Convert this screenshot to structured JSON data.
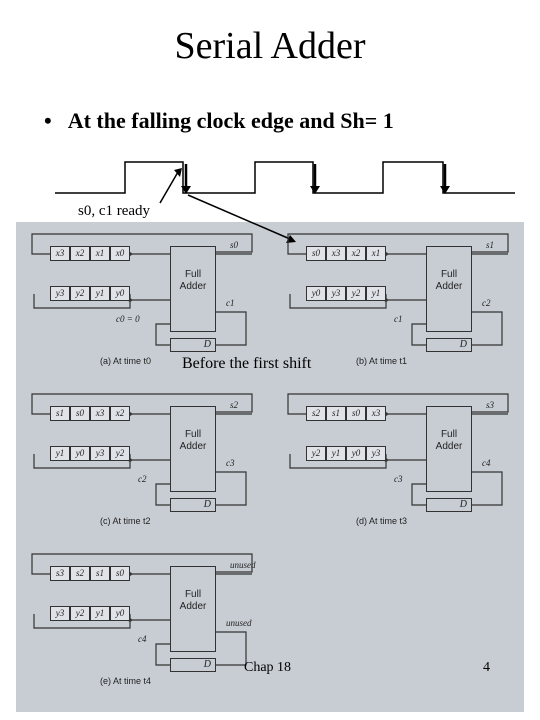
{
  "title": "Serial Adder",
  "bullet": "•",
  "bullet_text": "At the falling clock edge and Sh= 1",
  "ready_label": "s0, c1 ready",
  "overlay_label": "Before the first shift",
  "footer": {
    "chapter": "Chap 18",
    "page": "4"
  },
  "full_adder_label": [
    "Full",
    "Adder"
  ],
  "dff_label": "D",
  "panels": [
    {
      "caption": "(a) At time t0",
      "x_reg": [
        "x3",
        "x2",
        "x1",
        "x0"
      ],
      "y_reg": [
        "y3",
        "y2",
        "y1",
        "y0"
      ],
      "sum_out": "s0",
      "carry_out": "c1",
      "carry_in": "c0 = 0"
    },
    {
      "caption": "(b) At time t1",
      "x_reg": [
        "s0",
        "x3",
        "x2",
        "x1"
      ],
      "y_reg": [
        "y0",
        "y3",
        "y2",
        "y1"
      ],
      "sum_out": "s1",
      "carry_out": "c2",
      "carry_in": "c1"
    },
    {
      "caption": "(c) At time t2",
      "x_reg": [
        "s1",
        "s0",
        "x3",
        "x2"
      ],
      "y_reg": [
        "y1",
        "y0",
        "y3",
        "y2"
      ],
      "sum_out": "s2",
      "carry_out": "c3",
      "carry_in": "c2"
    },
    {
      "caption": "(d) At time t3",
      "x_reg": [
        "s2",
        "s1",
        "s0",
        "x3"
      ],
      "y_reg": [
        "y2",
        "y1",
        "y0",
        "y3"
      ],
      "sum_out": "s3",
      "carry_out": "c4",
      "carry_in": "c3"
    },
    {
      "caption": "(e) At time t4",
      "x_reg": [
        "s3",
        "s2",
        "s1",
        "s0"
      ],
      "y_reg": [
        "y3",
        "y2",
        "y1",
        "y0"
      ],
      "sum_out": "unused",
      "carry_out": "unused",
      "carry_in": "c4"
    }
  ]
}
